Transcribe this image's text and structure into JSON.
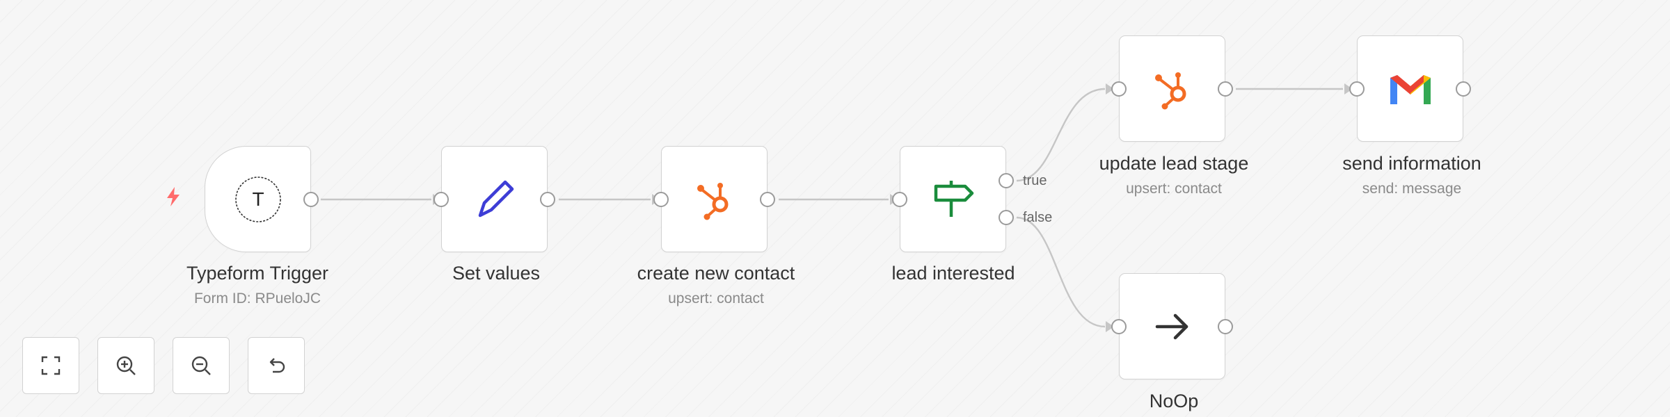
{
  "nodes": {
    "typeform": {
      "label": "Typeform Trigger",
      "subtitle": "Form ID: RPueloJC",
      "icon": "typeform-icon",
      "icon_letter": "T"
    },
    "set": {
      "label": "Set values",
      "icon": "pencil-icon"
    },
    "create_contact": {
      "label": "create new contact",
      "subtitle": "upsert: contact",
      "icon": "hubspot-icon"
    },
    "lead_interested": {
      "label": "lead interested",
      "icon": "signpost-icon",
      "outputs": [
        "true",
        "false"
      ]
    },
    "update_lead": {
      "label": "update lead stage",
      "subtitle": "upsert: contact",
      "icon": "hubspot-icon"
    },
    "send_info": {
      "label": "send information",
      "subtitle": "send: message",
      "icon": "gmail-icon"
    },
    "noop": {
      "label": "NoOp",
      "icon": "arrow-right-icon"
    }
  },
  "controls": [
    {
      "name": "fit-view",
      "icon": "fullscreen-icon"
    },
    {
      "name": "zoom-in",
      "icon": "zoom-in-icon"
    },
    {
      "name": "zoom-out",
      "icon": "zoom-out-icon"
    },
    {
      "name": "reset-zoom",
      "icon": "undo-icon"
    }
  ],
  "colors": {
    "hubspot": "#f36c24",
    "set_values": "#3d3dd6",
    "if_node": "#1a8c3c",
    "trigger_bolt": "#ff6b6b",
    "edge": "#c6c6c6",
    "node_border": "#d2d2d2"
  }
}
